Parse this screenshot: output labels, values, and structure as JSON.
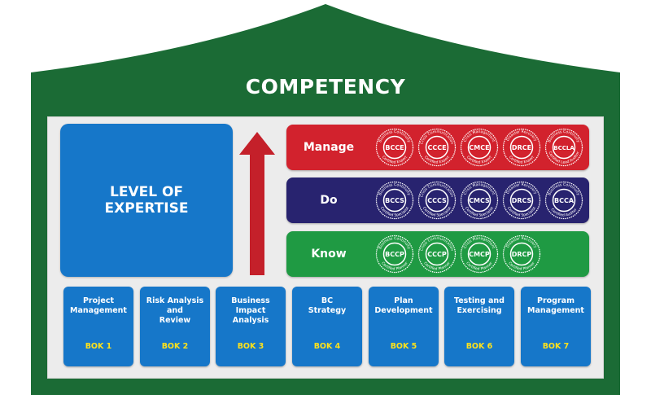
{
  "title": "COMPETENCY",
  "level_of_expertise": "LEVEL OF\nEXPERTISE",
  "colors": {
    "frame": "#1b6b35",
    "manage": "#d2222d",
    "do": "#28236f",
    "know": "#1f9a43",
    "box": "#1677c9",
    "arrow": "#c4202a",
    "bok_code": "#ffe21a"
  },
  "tiers": [
    {
      "label": "Manage",
      "badges": [
        {
          "code": "BCCE",
          "arc": "Business Continuity",
          "sub": "Certified Expert"
        },
        {
          "code": "CCCE",
          "arc": "Crisis Communication",
          "sub": "Certified Expert"
        },
        {
          "code": "CMCE",
          "arc": "Crisis Management",
          "sub": "Certified Expert"
        },
        {
          "code": "DRCE",
          "arc": "Disaster Recovery",
          "sub": "Certified Expert"
        },
        {
          "code": "BCCLA",
          "arc": "Business Continuity",
          "sub": "Certified Lead Auditor"
        }
      ]
    },
    {
      "label": "Do",
      "badges": [
        {
          "code": "BCCS",
          "arc": "Business Continuity",
          "sub": "Certified Specialist"
        },
        {
          "code": "CCCS",
          "arc": "Crisis Communication",
          "sub": "Certified Specialist"
        },
        {
          "code": "CMCS",
          "arc": "Crisis Management",
          "sub": "Certified Specialist"
        },
        {
          "code": "DRCS",
          "arc": "Disaster Recovery",
          "sub": "Certified Specialist"
        },
        {
          "code": "BCCA",
          "arc": "Business Continuity",
          "sub": "Certified Auditor"
        }
      ]
    },
    {
      "label": "Know",
      "badges": [
        {
          "code": "BCCP",
          "arc": "Business Continuity",
          "sub": "Certified Planner"
        },
        {
          "code": "CCCP",
          "arc": "Crisis Communication",
          "sub": "Certified Planner"
        },
        {
          "code": "CMCP",
          "arc": "Crisis Management",
          "sub": "Certified Planner"
        },
        {
          "code": "DRCP",
          "arc": "Disaster Recovery",
          "sub": "Certified Planner"
        }
      ]
    }
  ],
  "boks": [
    {
      "title": "Project\nManagement",
      "code": "BOK 1"
    },
    {
      "title": "Risk Analysis\nand\nReview",
      "code": "BOK 2"
    },
    {
      "title": "Business\nImpact\nAnalysis",
      "code": "BOK 3"
    },
    {
      "title": "BC\nStrategy",
      "code": "BOK 4"
    },
    {
      "title": "Plan\nDevelopment",
      "code": "BOK 5"
    },
    {
      "title": "Testing and\nExercising",
      "code": "BOK 6"
    },
    {
      "title": "Program\nManagement",
      "code": "BOK 7"
    }
  ]
}
